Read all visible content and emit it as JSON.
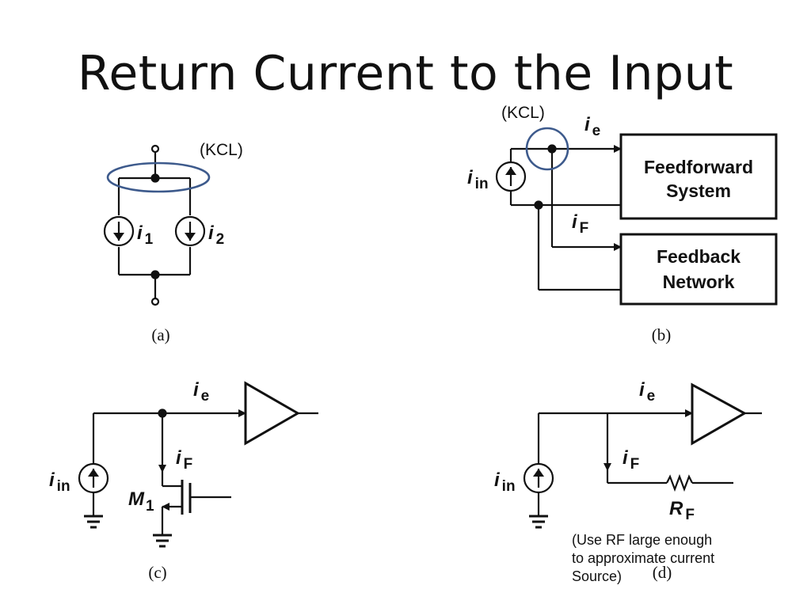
{
  "title": "Return Current to the Input",
  "annotations": {
    "kcl_a": "(KCL)",
    "kcl_b": "(KCL)",
    "note_lines": [
      "(Use RF large enough",
      "to approximate current",
      "Source)"
    ]
  },
  "diagram_a": {
    "caption": "(a)",
    "source1": {
      "symbol": "i",
      "sub": "1"
    },
    "source2": {
      "symbol": "i",
      "sub": "2"
    }
  },
  "diagram_b": {
    "caption": "(b)",
    "input_source": {
      "symbol": "i",
      "sub": "in"
    },
    "error_current": {
      "symbol": "i",
      "sub": "e"
    },
    "feedback_current": {
      "symbol": "i",
      "sub": "F"
    },
    "feedforward_box": [
      "Feedforward",
      "System"
    ],
    "feedback_box": [
      "Feedback",
      "Network"
    ]
  },
  "diagram_c": {
    "caption": "(c)",
    "input_source": {
      "symbol": "i",
      "sub": "in"
    },
    "error_current": {
      "symbol": "i",
      "sub": "e"
    },
    "feedback_current": {
      "symbol": "i",
      "sub": "F"
    },
    "transistor": {
      "symbol": "M",
      "sub": "1"
    }
  },
  "diagram_d": {
    "caption": "(d)",
    "input_source": {
      "symbol": "i",
      "sub": "in"
    },
    "error_current": {
      "symbol": "i",
      "sub": "e"
    },
    "feedback_current": {
      "symbol": "i",
      "sub": "F"
    },
    "resistor": {
      "symbol": "R",
      "sub": "F"
    }
  },
  "colors": {
    "highlight": "#3d5a8c",
    "ink": "#111111"
  }
}
